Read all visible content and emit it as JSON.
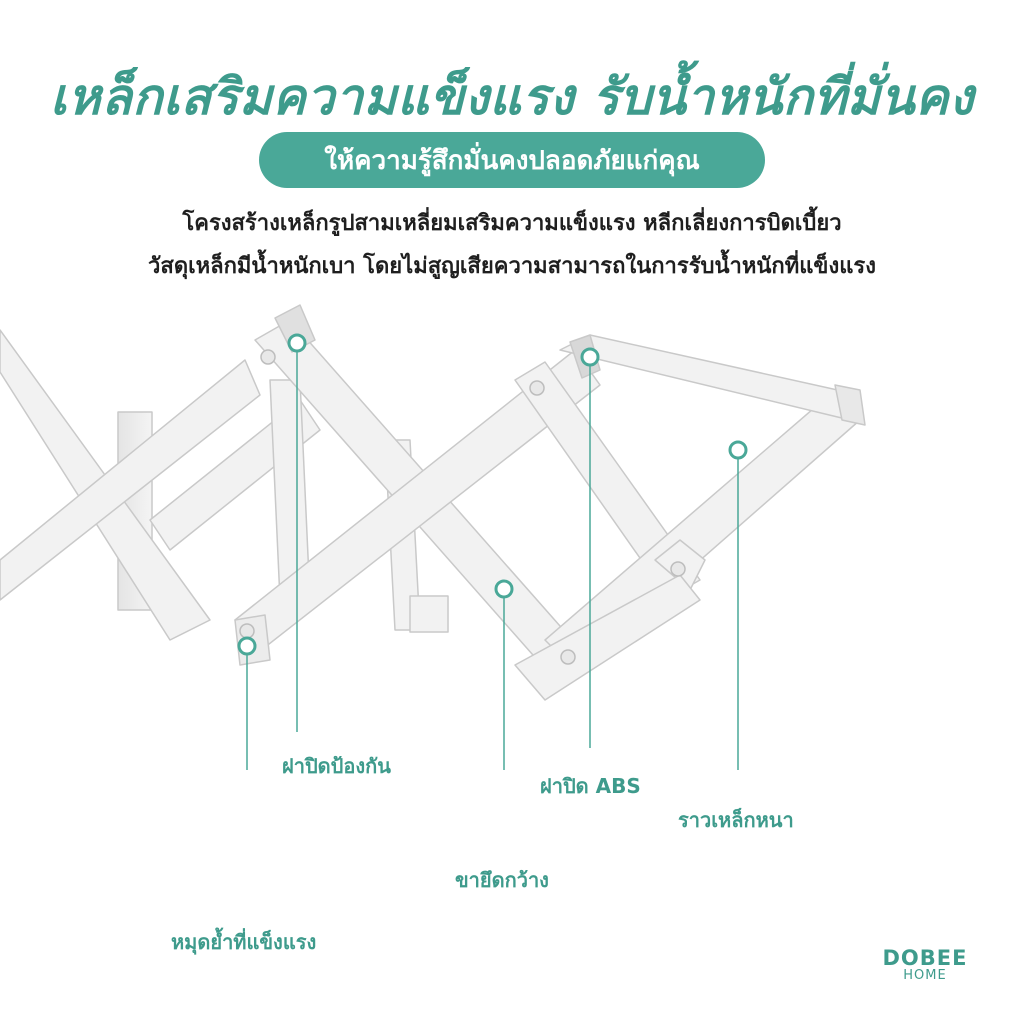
{
  "headline": "เหล็กเสริมความแข็งแรง รับน้ำหนักที่มั่นคง",
  "subheadline": "ให้ความรู้สึกมั่นคงปลอดภัยแก่คุณ",
  "description": [
    "โครงสร้างเหล็กรูปสามเหลี่ยมเสริมความแข็งแรง หลีกเลี่ยงการบิดเบี้ยว",
    "วัสดุเหล็กมีน้ำหนักเบา โดยไม่สูญเสียความสามารถในการรับน้ำหนักที่แข็งแรง"
  ],
  "callouts": [
    {
      "label": "ฝาปิดป้องกัน"
    },
    {
      "label": "ฝาปิด ABS"
    },
    {
      "label": "ราวเหล็กหนา"
    },
    {
      "label": "ขายึดกว้าง"
    },
    {
      "label": "หมุดย้ำที่แข็งแรง"
    }
  ],
  "brand": {
    "line1": "DOBEE",
    "line2": "HOME"
  },
  "colors": {
    "accent": "#4aa898",
    "text": "#1f1f1f",
    "rack": "#f1f1f1",
    "rack_edge": "#c9c9c9"
  }
}
